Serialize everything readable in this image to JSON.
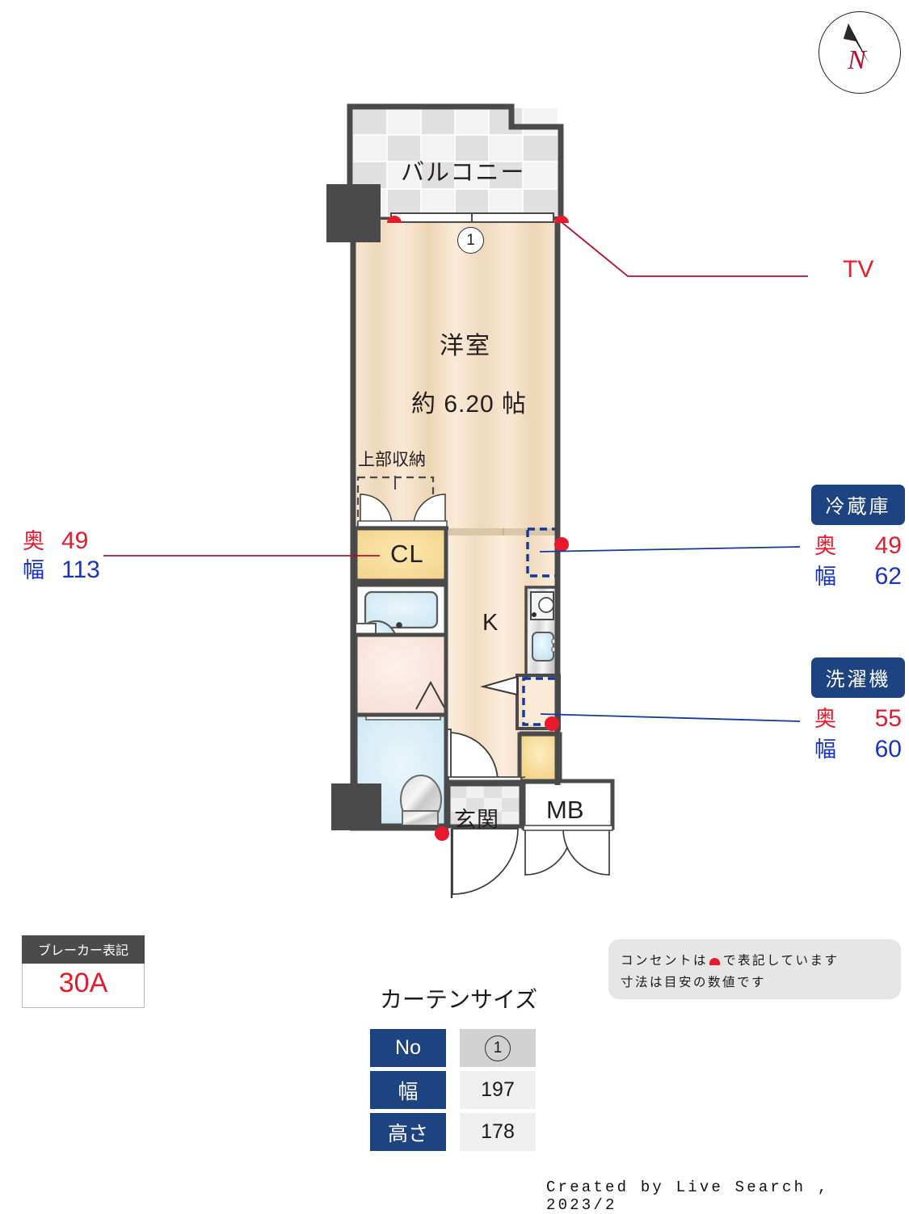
{
  "compass": {
    "label": "N"
  },
  "tv_marker": {
    "label": "TV"
  },
  "floorplan": {
    "balcony_label": "バルコニー",
    "room_label": "洋室",
    "room_area": "約 6.20 帖",
    "upper_storage_label": "上部収納",
    "closet_label": "CL",
    "kitchen_label": "K",
    "entrance_label": "玄関",
    "meter_box_label": "MB",
    "window_number": "1"
  },
  "closet_dimensions": {
    "depth_label": "奥",
    "depth_value": "49",
    "width_label": "幅",
    "width_value": "113"
  },
  "appliances": [
    {
      "name": "冷蔵庫",
      "depth_label": "奥",
      "depth_value": "49",
      "width_label": "幅",
      "width_value": "62"
    },
    {
      "name": "洗濯機",
      "depth_label": "奥",
      "depth_value": "55",
      "width_label": "幅",
      "width_value": "60"
    }
  ],
  "breaker": {
    "title": "ブレーカー表記",
    "value": "30A"
  },
  "note": {
    "line1_before": "コンセントは",
    "line1_after": "で表記しています",
    "line2": "寸法は目安の数値です"
  },
  "curtain": {
    "title": "カーテンサイズ",
    "rows": [
      {
        "key": "No",
        "value": "1"
      },
      {
        "key": "幅",
        "value": "197"
      },
      {
        "key": "高さ",
        "value": "178"
      }
    ]
  },
  "credit": "Created by Live Search , 2023/2",
  "colors": {
    "accent_blue": "#1d4380",
    "red": "#e8192c",
    "blue": "#1a33c4",
    "wall": "#4a4a4a",
    "floor": "#f6e2c9",
    "closet_yellow": "#f7dc9a",
    "bath_blue": "#cfeaf3",
    "wash_pink": "#fae3e0"
  }
}
